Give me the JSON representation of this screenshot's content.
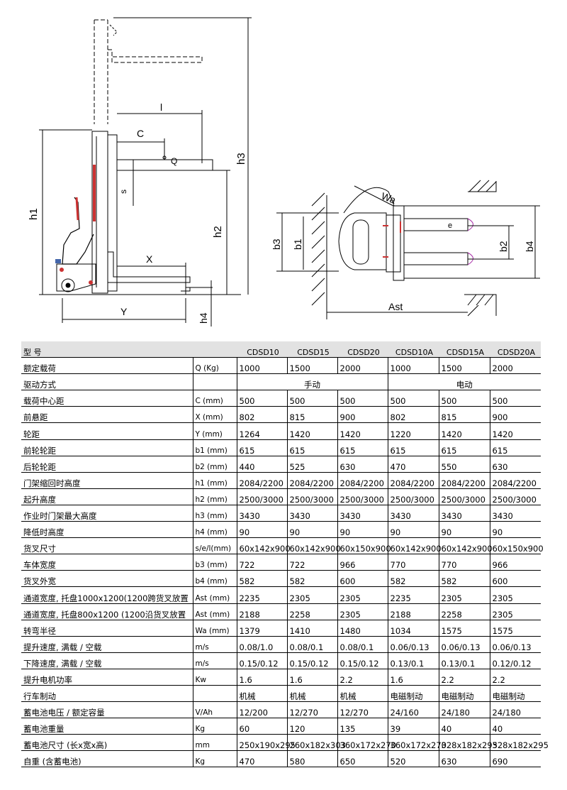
{
  "drawings": {
    "side_view": {
      "labels": {
        "c": "C",
        "l": "l",
        "q": "Q",
        "s": "s",
        "x": "X",
        "y": "Y",
        "h1": "h1",
        "h2": "h2",
        "h3": "h3",
        "h4": "h4"
      }
    },
    "top_view": {
      "labels": {
        "wa": "Wa",
        "b1": "b1",
        "b2": "b2",
        "b3": "b3",
        "b4": "b4",
        "ast": "Ast",
        "e": "e"
      }
    }
  },
  "table": {
    "header": {
      "label": "型 号",
      "models": [
        "CDSD10",
        "CDSD15",
        "CDSD20",
        "CDSD10A",
        "CDSD15A",
        "CDSD20A"
      ]
    },
    "rows": [
      {
        "name": "额定载荷",
        "unit": "Q (Kg)",
        "values": [
          "1000",
          "1500",
          "2000",
          "1000",
          "1500",
          "2000"
        ]
      },
      {
        "name": "驱动方式",
        "unit": "",
        "groups": [
          "手动",
          "电动"
        ]
      },
      {
        "name": "载荷中心距",
        "unit": "C (mm)",
        "values": [
          "500",
          "500",
          "500",
          "500",
          "500",
          "500"
        ]
      },
      {
        "name": "前悬距",
        "unit": "X (mm)",
        "values": [
          "802",
          "815",
          "900",
          "802",
          "815",
          "900"
        ]
      },
      {
        "name": "轮距",
        "unit": "Y (mm)",
        "values": [
          "1264",
          "1420",
          "1420",
          "1220",
          "1420",
          "1420"
        ]
      },
      {
        "name": "前轮轮距",
        "unit": "b1 (mm)",
        "values": [
          "615",
          "615",
          "615",
          "615",
          "615",
          "615"
        ]
      },
      {
        "name": "后轮轮距",
        "unit": "b2 (mm)",
        "values": [
          "440",
          "525",
          "630",
          "470",
          "550",
          "630"
        ]
      },
      {
        "name": "门架缩回时高度",
        "unit": "h1 (mm)",
        "values": [
          "2084/2200",
          "2084/2200",
          "2084/2200",
          "2084/2200",
          "2084/2200",
          "2084/2200"
        ]
      },
      {
        "name": "起升高度",
        "unit": "h2 (mm)",
        "values": [
          "2500/3000",
          "2500/3000",
          "2500/3000",
          "2500/3000",
          "2500/3000",
          "2500/3000"
        ]
      },
      {
        "name": "作业时门架最大高度",
        "unit": "h3 (mm)",
        "values": [
          "3430",
          "3430",
          "3430",
          "3430",
          "3430",
          "3430"
        ]
      },
      {
        "name": "降低时高度",
        "unit": "h4 (mm)",
        "values": [
          "90",
          "90",
          "90",
          "90",
          "90",
          "90"
        ]
      },
      {
        "name": "货叉尺寸",
        "unit": "s/e/l(mm)",
        "values": [
          "60x142x900",
          "60x142x900",
          "60x150x900",
          "60x142x900",
          "60x142x900",
          "60x150x900"
        ]
      },
      {
        "name": "车体宽度",
        "unit": "b3 (mm)",
        "values": [
          "722",
          "722",
          "966",
          "770",
          "770",
          "966"
        ]
      },
      {
        "name": "货叉外宽",
        "unit": "b4 (mm)",
        "values": [
          "582",
          "582",
          "600",
          "582",
          "582",
          "600"
        ]
      },
      {
        "name": "通道宽度, 托盘1000x1200(1200跨货叉放置",
        "unit": "Ast (mm)",
        "values": [
          "2235",
          "2305",
          "2305",
          "2235",
          "2305",
          "2305"
        ]
      },
      {
        "name": "通道宽度, 托盘800x1200 (1200沿货叉放置",
        "unit": "Ast (mm)",
        "values": [
          "2188",
          "2258",
          "2305",
          "2188",
          "2258",
          "2305"
        ]
      },
      {
        "name": "转弯半径",
        "unit": "Wa (mm)",
        "values": [
          "1379",
          "1410",
          "1480",
          "1034",
          "1575",
          "1575"
        ]
      },
      {
        "name": "提升速度, 满载 / 空载",
        "unit": "m/s",
        "values": [
          "0.08/1.0",
          "0.08/0.1",
          "0.08/0.1",
          "0.06/0.13",
          "0.06/0.13",
          "0.06/0.13"
        ]
      },
      {
        "name": "下降速度, 满载 / 空载",
        "unit": "m/s",
        "values": [
          "0.15/0.12",
          "0.15/0.12",
          "0.15/0.12",
          "0.13/0.1",
          "0.13/0.1",
          "0.12/0.12"
        ]
      },
      {
        "name": "提升电机功率",
        "unit": "Kw",
        "values": [
          "1.6",
          "1.6",
          "2.2",
          "1.6",
          "2.2",
          "2.2"
        ]
      },
      {
        "name": "行车制动",
        "unit": "",
        "values": [
          "机械",
          "机械",
          "机械",
          "电磁制动",
          "电磁制动",
          "电磁制动"
        ]
      },
      {
        "name": "蓄电池电压 / 额定容量",
        "unit": "V/Ah",
        "values": [
          "12/200",
          "12/270",
          "12/270",
          "24/160",
          "24/180",
          "24/180"
        ]
      },
      {
        "name": "蓄电池重量",
        "unit": "Kg",
        "values": [
          "60",
          "120",
          "135",
          "39",
          "40",
          "40"
        ]
      },
      {
        "name": "蓄电池尺寸 (长x宽x高)",
        "unit": "mm",
        "values": [
          "250x190x295",
          "260x182x303",
          "360x172x270",
          "360x172x270",
          "328x182x295",
          "328x182x295"
        ]
      },
      {
        "name": "自重 (含蓄电池)",
        "unit": "Kg",
        "values": [
          "470",
          "580",
          "650",
          "520",
          "630",
          "690"
        ]
      }
    ]
  }
}
